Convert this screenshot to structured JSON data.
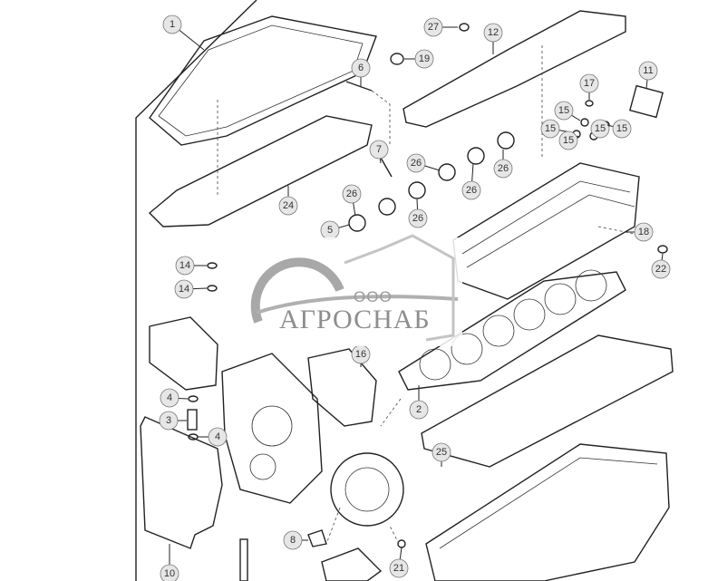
{
  "diagram": {
    "callouts": [
      "1",
      "27",
      "12",
      "19",
      "6",
      "11",
      "17",
      "15",
      "15",
      "15",
      "15",
      "15",
      "7",
      "26",
      "26",
      "26",
      "26",
      "26",
      "24",
      "5",
      "18",
      "22",
      "14",
      "14",
      "16",
      "2",
      "4",
      "3",
      "4",
      "25",
      "8",
      "21",
      "10"
    ]
  },
  "watermark": {
    "prefix": "ООО",
    "name": "АГРОСНАБ"
  }
}
